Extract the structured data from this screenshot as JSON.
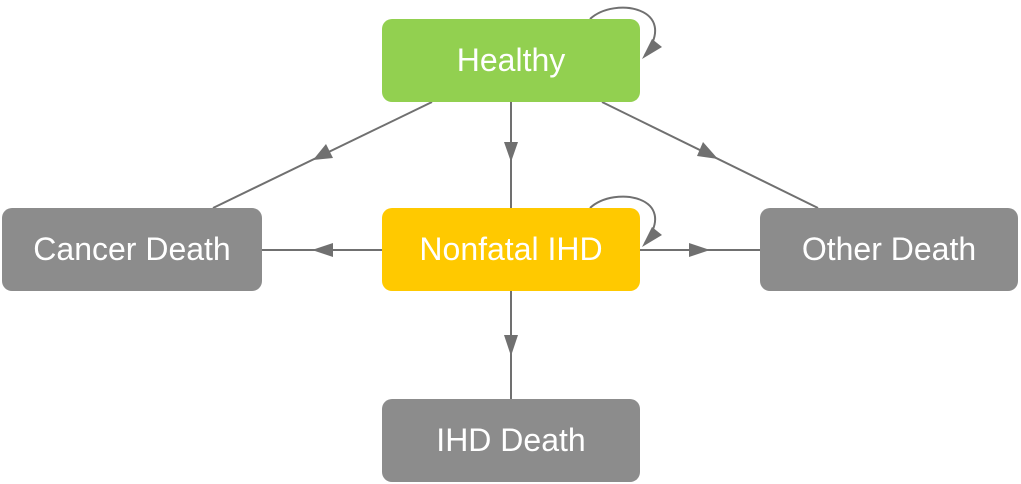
{
  "colors": {
    "healthy": "#92d050",
    "nonfatal": "#ffc900",
    "death": "#8c8c8c",
    "edge": "#707070"
  },
  "nodes": {
    "healthy": "Healthy",
    "nonfatal": "Nonfatal IHD",
    "cancer_death": "Cancer Death",
    "other_death": "Other Death",
    "ihd_death": "IHD Death"
  },
  "edges": [
    {
      "from": "Healthy",
      "to": "Healthy"
    },
    {
      "from": "Healthy",
      "to": "Cancer Death"
    },
    {
      "from": "Healthy",
      "to": "Nonfatal IHD"
    },
    {
      "from": "Healthy",
      "to": "Other Death"
    },
    {
      "from": "Nonfatal IHD",
      "to": "Nonfatal IHD"
    },
    {
      "from": "Nonfatal IHD",
      "to": "Cancer Death"
    },
    {
      "from": "Nonfatal IHD",
      "to": "Other Death"
    },
    {
      "from": "Nonfatal IHD",
      "to": "IHD Death"
    }
  ]
}
